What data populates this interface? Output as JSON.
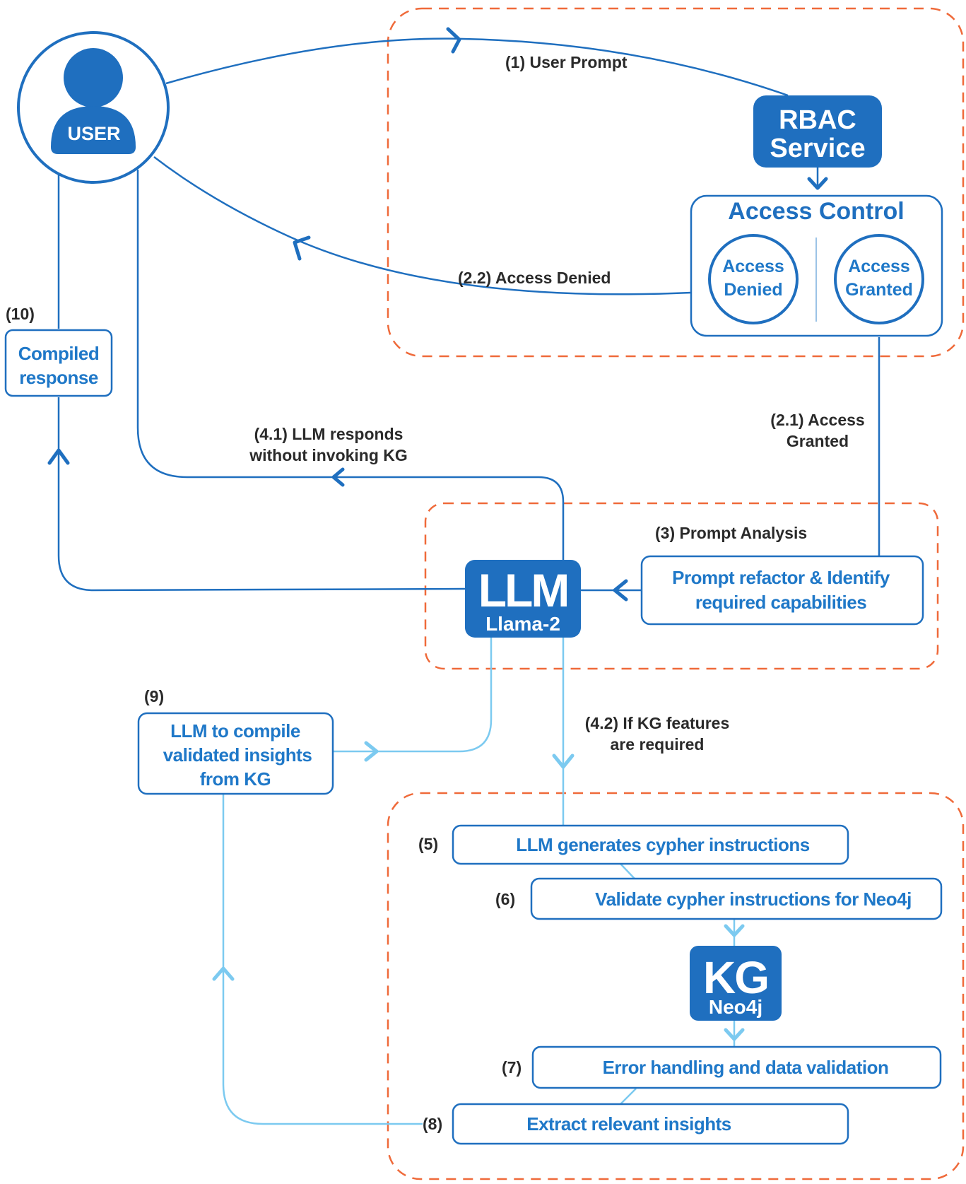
{
  "user": {
    "label": "USER"
  },
  "rbac": {
    "line1": "RBAC",
    "line2": "Service"
  },
  "access_control": {
    "title": "Access Control",
    "denied": {
      "line1": "Access",
      "line2": "Denied"
    },
    "granted": {
      "line1": "Access",
      "line2": "Granted"
    }
  },
  "steps": {
    "s1": "(1) User Prompt",
    "s2_2": "(2.2) Access Denied",
    "s2_1": {
      "line1": "(2.1) Access",
      "line2": "Granted"
    },
    "s3": "(3) Prompt Analysis",
    "s4_1": {
      "line1": "(4.1) LLM responds",
      "line2": "without invoking KG"
    },
    "s4_2": {
      "line1": "(4.2) If KG features",
      "line2": "are required"
    },
    "s5": "(5)",
    "s6": "(6)",
    "s7": "(7)",
    "s8": "(8)",
    "s9": "(9)",
    "s10": "(10)"
  },
  "boxes": {
    "compiled": {
      "line1": "Compiled",
      "line2": "response"
    },
    "prompt_refactor": {
      "line1": "Prompt refactor  & Identify",
      "line2": "required capabilities"
    },
    "llm_compile": {
      "line1": "LLM to compile",
      "line2": "validated insights",
      "line3": "from KG"
    },
    "gen_cypher": "LLM generates cypher instructions",
    "validate_cypher": "Validate cypher instructions for Neo4j",
    "error_handling": "Error handling and data validation",
    "extract": "Extract relevant insights"
  },
  "llm": {
    "title": "LLM",
    "subtitle": "Llama-2"
  },
  "kg": {
    "title": "KG",
    "subtitle": "Neo4j"
  },
  "colors": {
    "dark_blue": "#1f6fbf",
    "light_blue": "#7ccaf0",
    "orange_dashed": "#ef6a3a",
    "text_dark": "#2a2a2a"
  }
}
